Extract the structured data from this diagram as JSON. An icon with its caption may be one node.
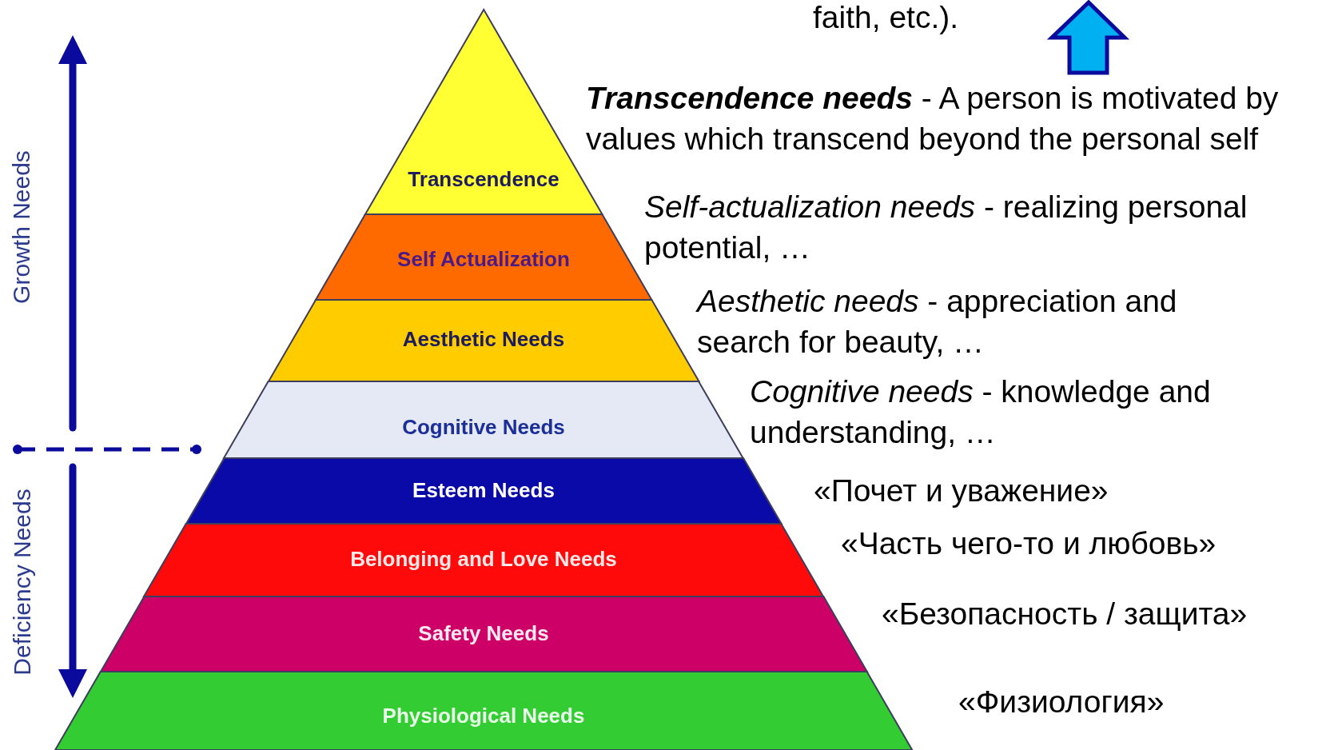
{
  "diagram": {
    "nodes": [
      {
        "text": [
          "Transcendence"
        ]
      },
      {
        "text": [
          "Self Actualization"
        ]
      },
      {
        "text": [
          "Aesthetic Needs"
        ]
      },
      {
        "text": [
          "Cognitive Needs"
        ]
      },
      {
        "text": [
          "Esteem Needs"
        ]
      },
      {
        "text": [
          "Belonging and Love Needs"
        ]
      },
      {
        "text": [
          "Safety Needs"
        ]
      },
      {
        "text": [
          "Physiological Needs"
        ]
      }
    ],
    "labels": [
      "faith, etc.).",
      "**Transcendence needs** - A person is motivated by values which transcend beyond the personal self",
      "*Self-actualization needs* - realizing personal potential, …",
      "*Aesthetic needs* - appreciation and search for beauty, …",
      "*Cognitive needs* - knowledge and understanding, …",
      "Growth Needs",
      "«Почет и уважение»",
      "«Часть чего-то и любовь»",
      "Deficiency Needs",
      "«Безопасность / защита»",
      "«Физиология»"
    ]
  }
}
